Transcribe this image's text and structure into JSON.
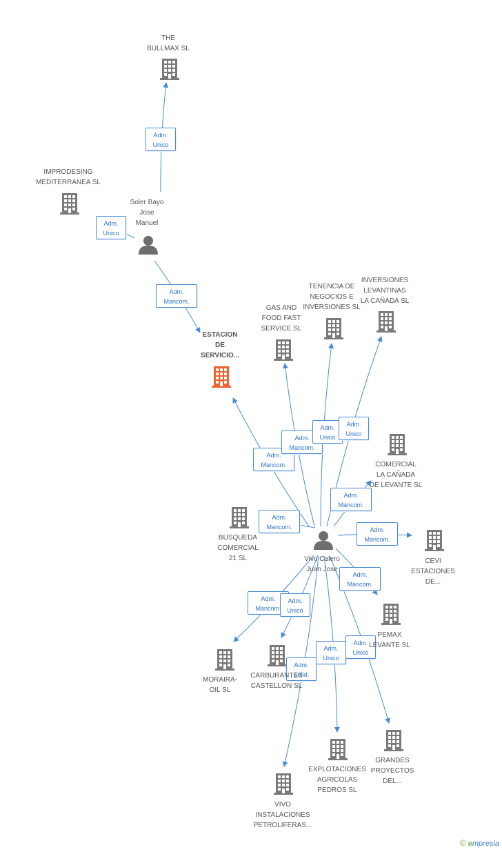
{
  "colors": {
    "edge": "#4a8bd6",
    "company_icon": "#7a7a7a",
    "focus_icon": "#f0622f",
    "person_icon": "#6e6e6e"
  },
  "brand": {
    "symbol": "©",
    "e": "e",
    "rest": "mpresia"
  },
  "nodes": [
    {
      "id": "bullmax",
      "type": "company",
      "label": "THE\nBULLMAX SL"
    },
    {
      "id": "improdesing",
      "type": "company",
      "label": "IMPRODESING\nMEDITERRANEA SL"
    },
    {
      "id": "soler",
      "type": "person",
      "label": "Soler Bayo\nJose\nManuel"
    },
    {
      "id": "estacion",
      "type": "focus",
      "label": "ESTACION\nDE\nSERVICIO..."
    },
    {
      "id": "gasfood",
      "type": "company",
      "label": "GAS AND\nFOOD FAST\nSERVICE SL"
    },
    {
      "id": "tenencia",
      "type": "company",
      "label": "TENENCIA DE\nNEGOCIOS E\nINVERSIONES SL"
    },
    {
      "id": "inversiones",
      "type": "company",
      "label": "INVERSIONES\nLEVANTINAS\nLA CAÑADA  SL"
    },
    {
      "id": "comercial",
      "type": "company",
      "label": "COMERCIAL\nLA CAÑADA\nDE LEVANTE SL"
    },
    {
      "id": "busqueda",
      "type": "company",
      "label": "BUSQUEDA\nCOMERCIAL\n21 SL"
    },
    {
      "id": "vivo",
      "type": "person",
      "label": "Vivo Calero\nJuan Jose"
    },
    {
      "id": "cevi",
      "type": "company",
      "label": "CEVI\nESTACIONES\nDE..."
    },
    {
      "id": "pemax",
      "type": "company",
      "label": "PEMAX\nLEVANTE  SL"
    },
    {
      "id": "moraira",
      "type": "company",
      "label": "MORAIRA-\nOIL SL"
    },
    {
      "id": "carburantes",
      "type": "company",
      "label": "CARBURANTES\nCASTELLON SL"
    },
    {
      "id": "explotaciones",
      "type": "company",
      "label": "EXPLOTACIONES\nAGRICOLAS\nPEDROS SL"
    },
    {
      "id": "grandes",
      "type": "company",
      "label": "GRANDES\nPROYECTOS\nDEL..."
    },
    {
      "id": "vivoinst",
      "type": "company",
      "label": "VIVO\nINSTALACIONES\nPETROLIFERAS..."
    }
  ],
  "edges": [
    {
      "from": "soler",
      "to": "bullmax",
      "label": "Adm.\nUnico"
    },
    {
      "from": "soler",
      "to": "improdesing",
      "label": "Adm.\nUnico"
    },
    {
      "from": "soler",
      "to": "estacion",
      "label": "Adm.\nMancom."
    },
    {
      "from": "vivo",
      "to": "estacion",
      "label": "Adm.\nMancom."
    },
    {
      "from": "vivo",
      "to": "gasfood",
      "label": "Adm.\nMancom."
    },
    {
      "from": "vivo",
      "to": "tenencia",
      "label": "Adm.\nUnico"
    },
    {
      "from": "vivo",
      "to": "inversiones",
      "label": "Adm.\nUnico"
    },
    {
      "from": "vivo",
      "to": "comercial",
      "label": "Adm.\nMancom."
    },
    {
      "from": "vivo",
      "to": "busqueda",
      "label": "Adm.\nMancom."
    },
    {
      "from": "vivo",
      "to": "cevi",
      "label": "Adm.\nMancom."
    },
    {
      "from": "vivo",
      "to": "pemax",
      "label": "Adm.\nMancom."
    },
    {
      "from": "vivo",
      "to": "moraira",
      "label": "Adm.\nMancom."
    },
    {
      "from": "vivo",
      "to": "carburantes",
      "label": "Adm.\nUnico"
    },
    {
      "from": "vivo",
      "to": "vivoinst",
      "label": "Adm.\nSolid."
    },
    {
      "from": "vivo",
      "to": "explotaciones",
      "label": "Adm.\nUnico"
    },
    {
      "from": "vivo",
      "to": "grandes",
      "label": "Adm.\nUnico"
    }
  ]
}
